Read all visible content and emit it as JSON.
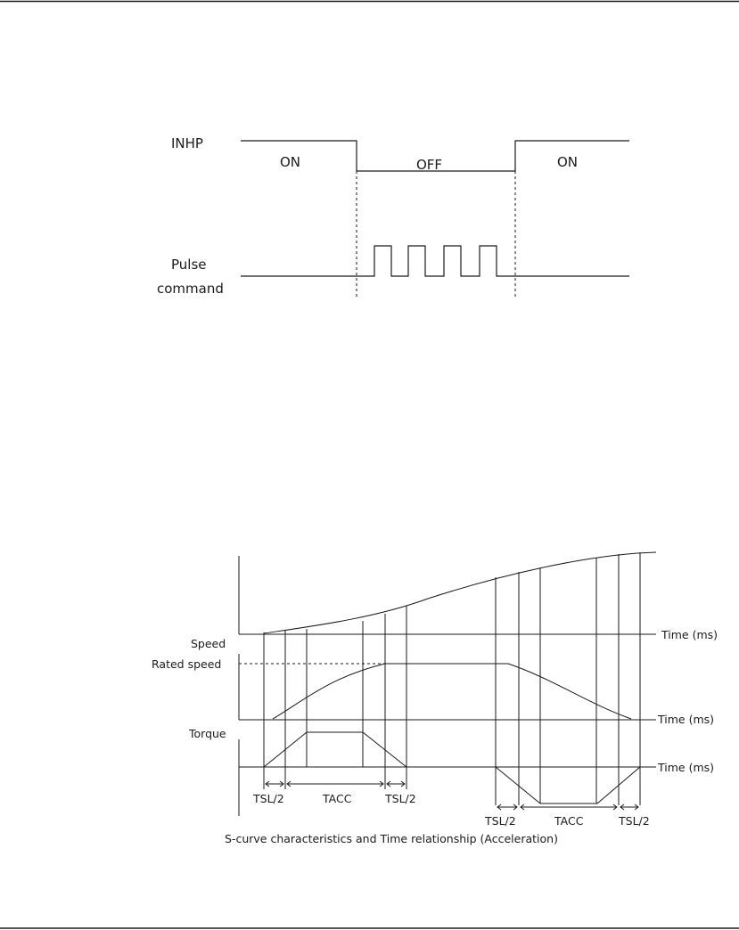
{
  "timing_diagram": {
    "inhp_label": "INHP",
    "state_on_left": "ON",
    "state_off": "OFF",
    "state_on_right": "ON",
    "pulse_label_line1": "Pulse",
    "pulse_label_line2": "command"
  },
  "scurve_diagram": {
    "speed_label": "Speed",
    "rated_speed_label": "Rated speed",
    "torque_label": "Torque",
    "time_axis_label": "Time (ms)",
    "tsl_half": "TSL/2",
    "tacc": "TACC",
    "caption": "S-curve characteristics and Time relationship (Acceleration)"
  }
}
